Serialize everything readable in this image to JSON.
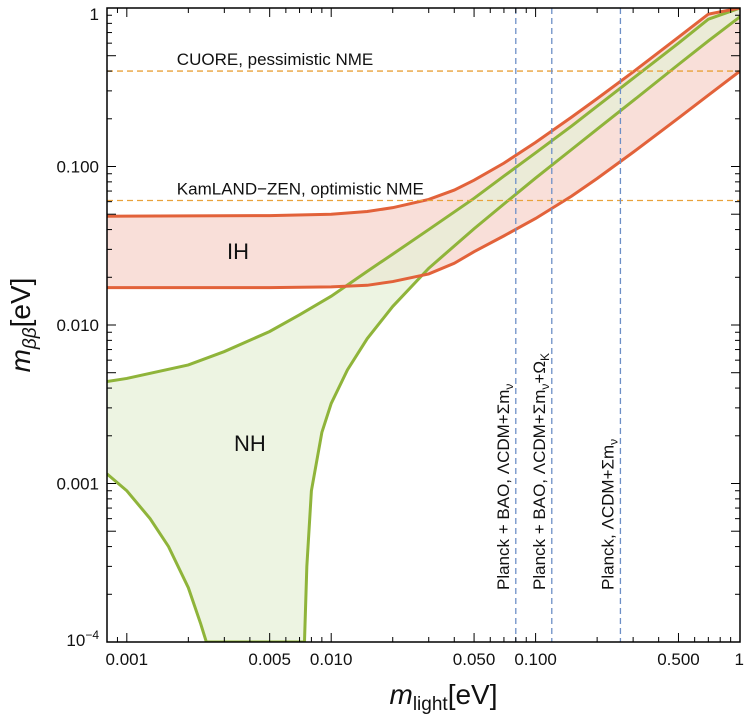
{
  "chart_data": {
    "type": "area",
    "xlabel": {
      "main": "m",
      "sub": "light",
      "unit": "[eV]"
    },
    "ylabel": {
      "main": "m",
      "sub": "ββ",
      "unit": "[eV]"
    },
    "xscale": "log",
    "yscale": "log",
    "xlim": [
      0.0008,
      1
    ],
    "ylim": [
      0.0001,
      1
    ],
    "grid": false,
    "xticks": [
      {
        "value": 0.001,
        "label": "0.001"
      },
      {
        "value": 0.005,
        "label": "0.005"
      },
      {
        "value": 0.01,
        "label": "0.010"
      },
      {
        "value": 0.05,
        "label": "0.050"
      },
      {
        "value": 0.1,
        "label": "0.100"
      },
      {
        "value": 0.5,
        "label": "0.500"
      },
      {
        "value": 1,
        "label": "1"
      }
    ],
    "yticks": [
      {
        "value": 0.0001,
        "label": "10",
        "sup": "−4"
      },
      {
        "value": 0.001,
        "label": "0.001"
      },
      {
        "value": 0.01,
        "label": "0.010"
      },
      {
        "value": 0.1,
        "label": "0.100"
      },
      {
        "value": 1,
        "label": "1"
      }
    ],
    "regions": [
      {
        "name": "IH",
        "fill": "#f6d2c9",
        "edge": "#e2623a",
        "label_at": [
          0.0035,
          0.026
        ],
        "upper": [
          [
            0.0008,
            0.0485
          ],
          [
            0.001,
            0.0486
          ],
          [
            0.002,
            0.0488
          ],
          [
            0.005,
            0.049
          ],
          [
            0.01,
            0.05
          ],
          [
            0.015,
            0.052
          ],
          [
            0.02,
            0.055
          ],
          [
            0.03,
            0.062
          ],
          [
            0.04,
            0.071
          ],
          [
            0.05,
            0.082
          ],
          [
            0.07,
            0.105
          ],
          [
            0.1,
            0.142
          ],
          [
            0.15,
            0.205
          ],
          [
            0.2,
            0.268
          ],
          [
            0.3,
            0.395
          ],
          [
            0.5,
            0.655
          ],
          [
            0.7,
            0.915
          ],
          [
            1,
            1.0
          ]
        ],
        "lower": [
          [
            0.0008,
            0.0172
          ],
          [
            0.001,
            0.0172
          ],
          [
            0.002,
            0.0172
          ],
          [
            0.005,
            0.0172
          ],
          [
            0.01,
            0.0174
          ],
          [
            0.015,
            0.0178
          ],
          [
            0.02,
            0.0188
          ],
          [
            0.03,
            0.021
          ],
          [
            0.04,
            0.0245
          ],
          [
            0.05,
            0.029
          ],
          [
            0.07,
            0.0365
          ],
          [
            0.1,
            0.047
          ],
          [
            0.15,
            0.065
          ],
          [
            0.2,
            0.084
          ],
          [
            0.3,
            0.123
          ],
          [
            0.5,
            0.202
          ],
          [
            0.7,
            0.282
          ],
          [
            1,
            0.4
          ]
        ]
      },
      {
        "name": "NH",
        "fill": "#e6efd5",
        "edge": "#8fb43a",
        "label_at": [
          0.004,
          0.0016
        ],
        "upper": [
          [
            0.0008,
            0.0044
          ],
          [
            0.001,
            0.0046
          ],
          [
            0.002,
            0.0056
          ],
          [
            0.003,
            0.0068
          ],
          [
            0.005,
            0.0091
          ],
          [
            0.007,
            0.0116
          ],
          [
            0.01,
            0.0152
          ],
          [
            0.015,
            0.0218
          ],
          [
            0.02,
            0.028
          ],
          [
            0.03,
            0.04
          ],
          [
            0.05,
            0.063
          ],
          [
            0.07,
            0.087
          ],
          [
            0.1,
            0.122
          ],
          [
            0.15,
            0.18
          ],
          [
            0.2,
            0.24
          ],
          [
            0.3,
            0.36
          ],
          [
            0.5,
            0.6
          ],
          [
            0.7,
            0.85
          ],
          [
            1,
            1.0
          ]
        ],
        "lower": [
          [
            0.0008,
            0.00115
          ],
          [
            0.001,
            0.0009
          ],
          [
            0.0013,
            0.0006
          ],
          [
            0.0016,
            0.0004
          ],
          [
            0.002,
            0.00022
          ],
          [
            0.0023,
            0.00013
          ],
          [
            0.00245,
            0.0001
          ],
          [
            0.0074,
            0.0001
          ],
          [
            0.0076,
            0.0003
          ],
          [
            0.008,
            0.0009
          ],
          [
            0.009,
            0.0021
          ],
          [
            0.01,
            0.0032
          ],
          [
            0.012,
            0.0052
          ],
          [
            0.015,
            0.0082
          ],
          [
            0.02,
            0.0131
          ],
          [
            0.03,
            0.0228
          ],
          [
            0.05,
            0.0405
          ],
          [
            0.07,
            0.058
          ],
          [
            0.1,
            0.0845
          ],
          [
            0.15,
            0.128
          ],
          [
            0.2,
            0.172
          ],
          [
            0.3,
            0.26
          ],
          [
            0.5,
            0.44
          ],
          [
            0.7,
            0.62
          ],
          [
            1,
            0.88
          ]
        ]
      }
    ],
    "hlines": [
      {
        "y": 0.4,
        "label": "CUORE, pessimistic NME",
        "color": "#e9a23b"
      },
      {
        "y": 0.061,
        "label": "KamLAND−ZEN, optimistic NME",
        "color": "#e9a23b"
      }
    ],
    "vlines": [
      {
        "x": 0.08,
        "label": "Planck + BAO, ΛCDM+Σm",
        "label_sub": "ν",
        "label_extra": "",
        "color": "#6d8fc7"
      },
      {
        "x": 0.12,
        "label": "Planck + BAO, ΛCDM+Σm",
        "label_sub": "ν",
        "label_extra": "+Ω",
        "label_extra_sub": "K",
        "color": "#6d8fc7"
      },
      {
        "x": 0.26,
        "label": "Planck, ΛCDM+Σm",
        "label_sub": "ν",
        "label_extra": "",
        "color": "#6d8fc7"
      }
    ]
  }
}
